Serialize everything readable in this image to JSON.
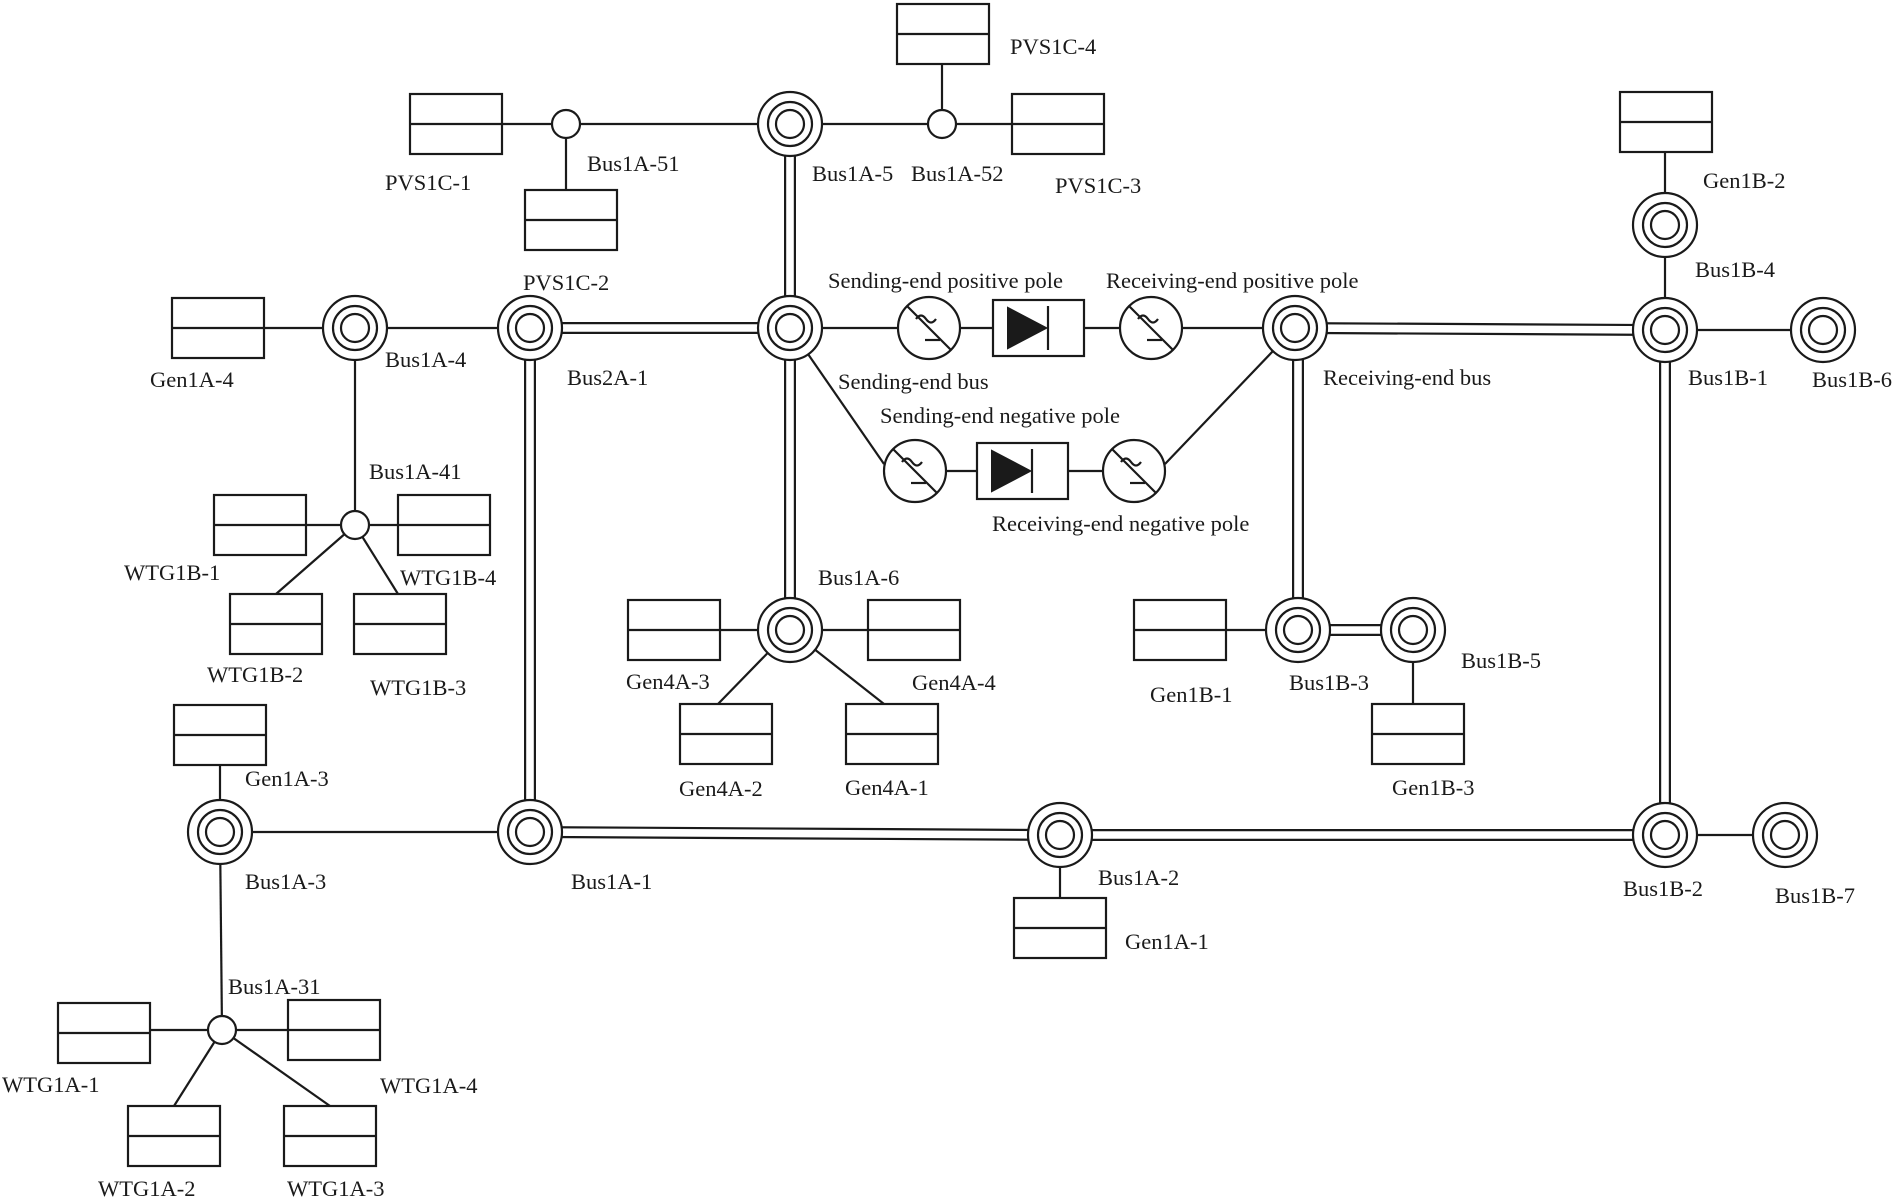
{
  "labels": {
    "pvs1c_1": "PVS1C-1",
    "pvs1c_2": "PVS1C-2",
    "pvs1c_3": "PVS1C-3",
    "pvs1c_4": "PVS1C-4",
    "bus1a_51": "Bus1A-51",
    "bus1a_52": "Bus1A-52",
    "bus1a_5": "Bus1A-5",
    "gen1b_2": "Gen1B-2",
    "bus1b_4": "Bus1B-4",
    "gen1a_4": "Gen1A-4",
    "bus1a_4": "Bus1A-4",
    "bus2a_1": "Bus2A-1",
    "sending_positive_pole": "Sending-end positive pole",
    "receiving_positive_pole": "Receiving-end positive pole",
    "sending_bus": "Sending-end bus",
    "receiving_bus": "Receiving-end bus",
    "sending_negative_pole": "Sending-end negative pole",
    "receiving_negative_pole": "Receiving-end negative pole",
    "bus1b_1": "Bus1B-1",
    "bus1b_6": "Bus1B-6",
    "bus1a_41": "Bus1A-41",
    "wtg1b_1": "WTG1B-1",
    "wtg1b_2": "WTG1B-2",
    "wtg1b_3": "WTG1B-3",
    "wtg1b_4": "WTG1B-4",
    "bus1a_6": "Bus1A-6",
    "gen4a_1": "Gen4A-1",
    "gen4a_2": "Gen4A-2",
    "gen4a_3": "Gen4A-3",
    "gen4a_4": "Gen4A-4",
    "gen1b_1": "Gen1B-1",
    "bus1b_3": "Bus1B-3",
    "bus1b_5": "Bus1B-5",
    "gen1b_3": "Gen1B-3",
    "gen1a_3": "Gen1A-3",
    "bus1a_3": "Bus1A-3",
    "bus1a_1": "Bus1A-1",
    "bus1a_2": "Bus1A-2",
    "gen1a_1": "Gen1A-1",
    "bus1b_2": "Bus1B-2",
    "bus1b_7": "Bus1B-7",
    "bus1a_31": "Bus1A-31",
    "wtg1a_1": "WTG1A-1",
    "wtg1a_2": "WTG1A-2",
    "wtg1a_3": "WTG1A-3",
    "wtg1a_4": "WTG1A-4"
  },
  "colors": {
    "line": "#1a1a1a",
    "background": "#ffffff",
    "diode_fill": "#1a1a1a"
  }
}
